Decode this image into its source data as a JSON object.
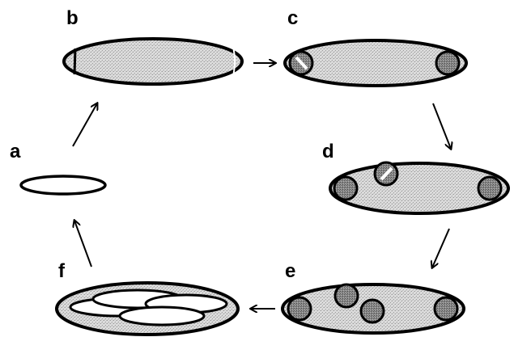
{
  "stages": {
    "a": {
      "label": "a"
    },
    "b": {
      "label": "b"
    },
    "c": {
      "label": "c"
    },
    "d": {
      "label": "d"
    },
    "e": {
      "label": "e"
    },
    "f": {
      "label": "f"
    }
  },
  "colors": {
    "stroke": "#000000",
    "fill_light": "#d9d9d9",
    "fill_dark": "#8a8a8a",
    "background": "#ffffff"
  }
}
